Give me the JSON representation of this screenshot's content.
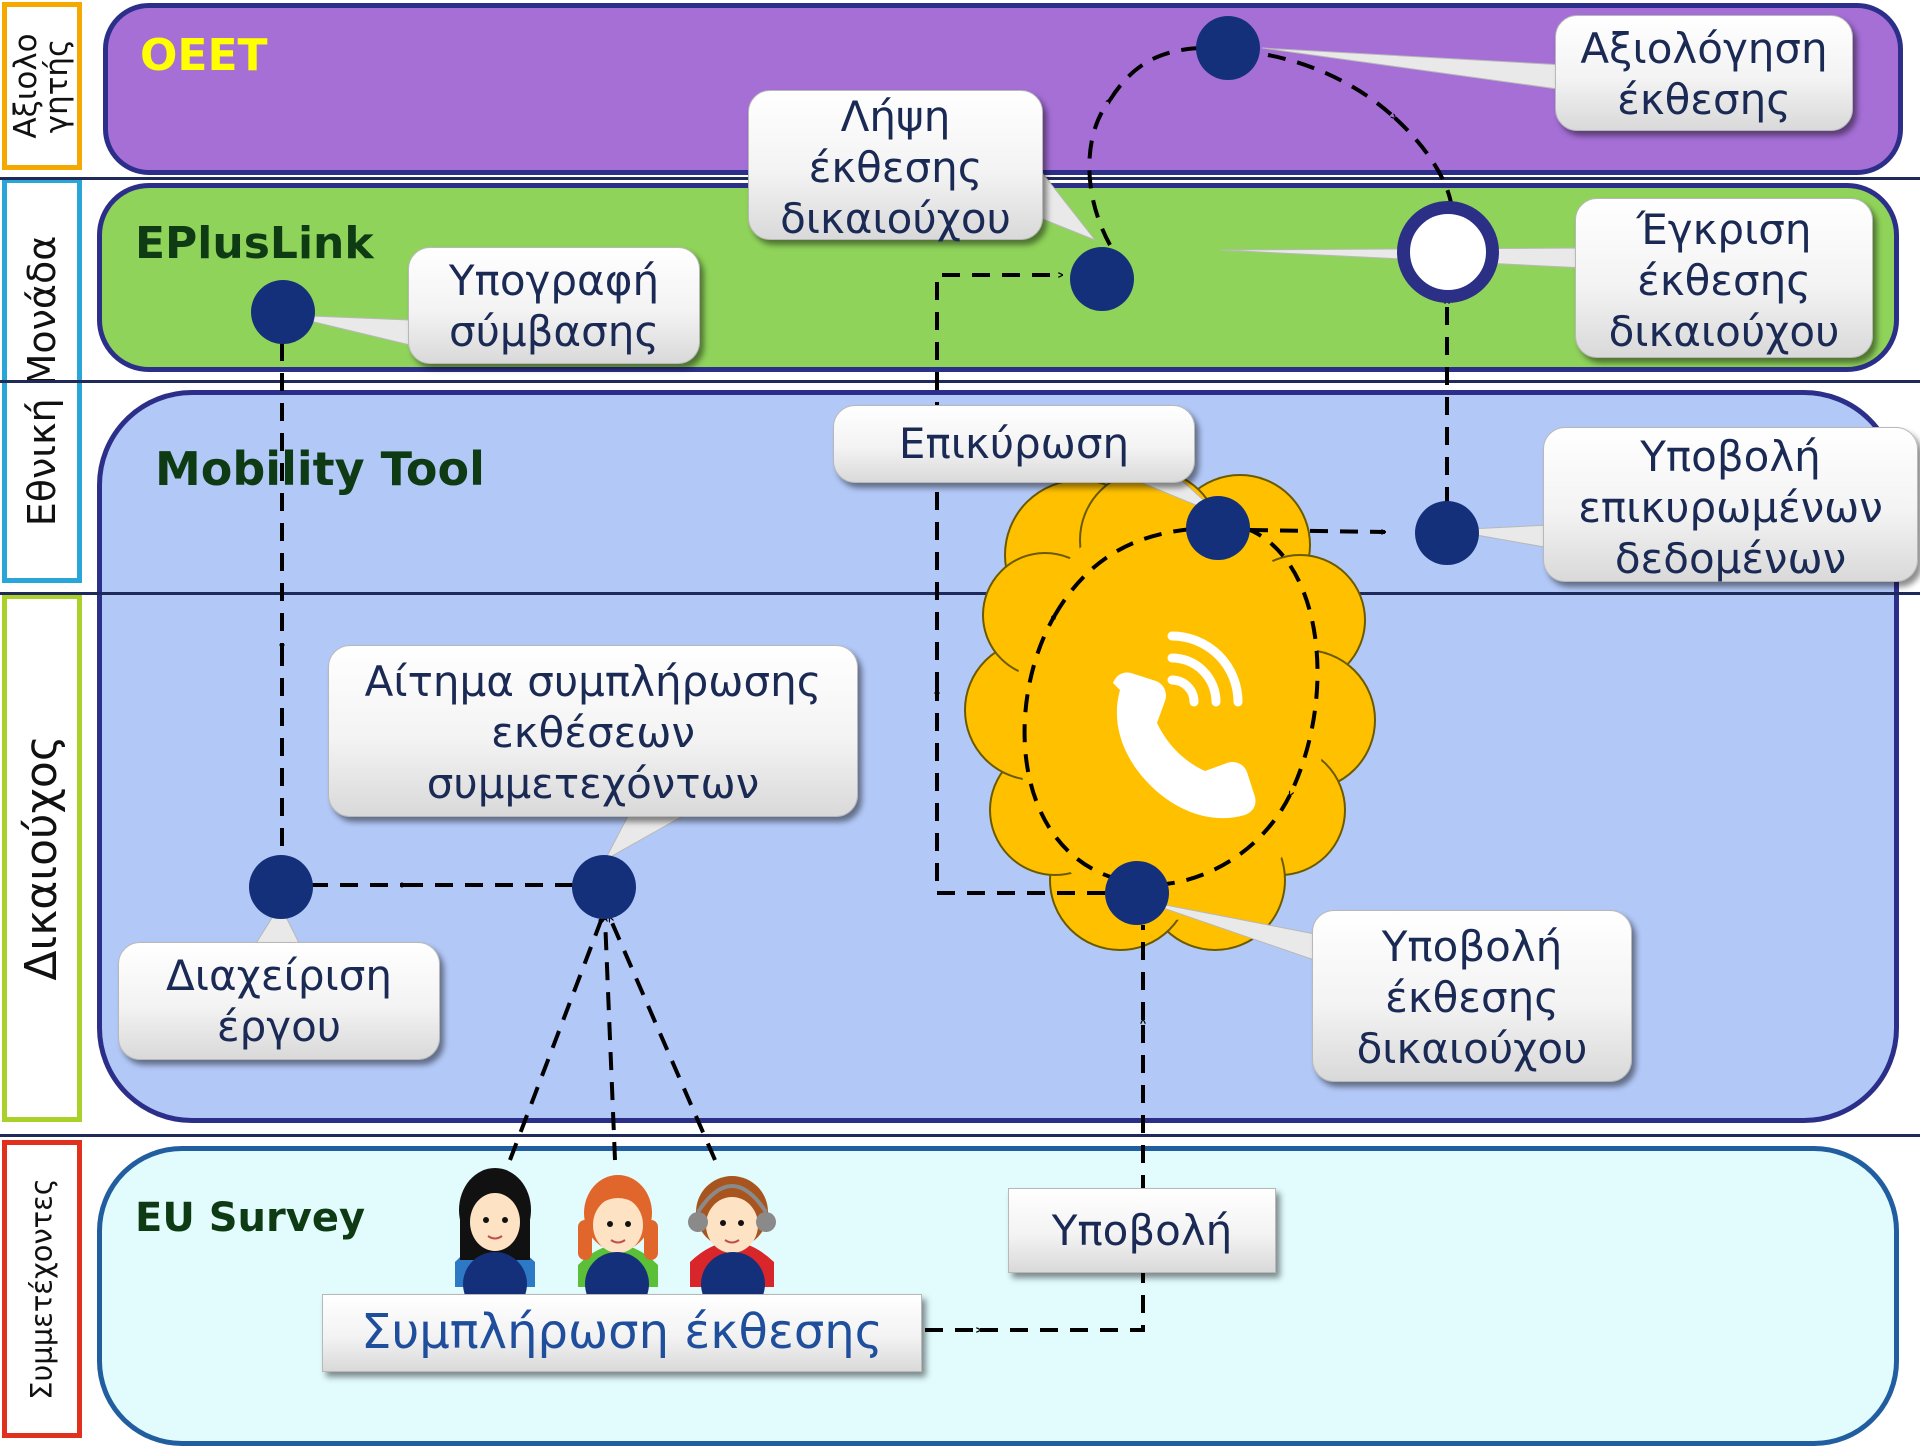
{
  "lanes": [
    {
      "label": "Αξιολο\nγητής",
      "color": "#f5a800"
    },
    {
      "label": "Εθνική Μονάδα",
      "color": "#2aa5d8"
    },
    {
      "label": "Δικαιούχος",
      "color": "#a9d12a"
    },
    {
      "label": "Συμμετέχοντες",
      "color": "#e0301e"
    }
  ],
  "systems": {
    "oeet": "ΟΕΕΤ",
    "epluslink": "EPlusLink",
    "mobility": "Mobility Tool",
    "eusurvey": "EU Survey"
  },
  "colors": {
    "oeet_band": "#a56fd6",
    "epluslink_band": "#8fd35a",
    "mobility_band": "#b2c8f7",
    "eusurvey_band": "#e2fcfe",
    "node": "#15307a",
    "cloud": "#ffc000",
    "oeet_title": "#ffff00",
    "dark_title": "#0e3b14"
  },
  "steps": {
    "evaluation": [
      "Αξιολόγηση",
      "έκθεσης"
    ],
    "receipt": [
      "Λήψη",
      "έκθεσης",
      "δικαιούχου"
    ],
    "approval": [
      "Έγκριση",
      "έκθεσης",
      "δικαιούχου"
    ],
    "contract": [
      "Υπογραφή",
      "σύμβασης"
    ],
    "validation": [
      "Επικύρωση"
    ],
    "submit_validated": [
      "Υποβολή",
      "επικυρωμένων",
      "δεδομένων"
    ],
    "request": [
      "Αίτημα συμπλήρωσης",
      "εκθέσεων",
      "συμμετεχόντων"
    ],
    "management": [
      "Διαχείριση",
      "έργου"
    ],
    "submit_report": [
      "Υποβολή",
      "έκθεσης",
      "δικαιούχου"
    ],
    "submit": [
      "Υποβολή"
    ],
    "fill_report": [
      "Συμπλήρωση έκθεσης"
    ]
  },
  "icons": {
    "phone": "phone-icon",
    "participants": [
      "participant-girl-dark-icon",
      "participant-girl-red-icon",
      "participant-boy-icon"
    ]
  }
}
